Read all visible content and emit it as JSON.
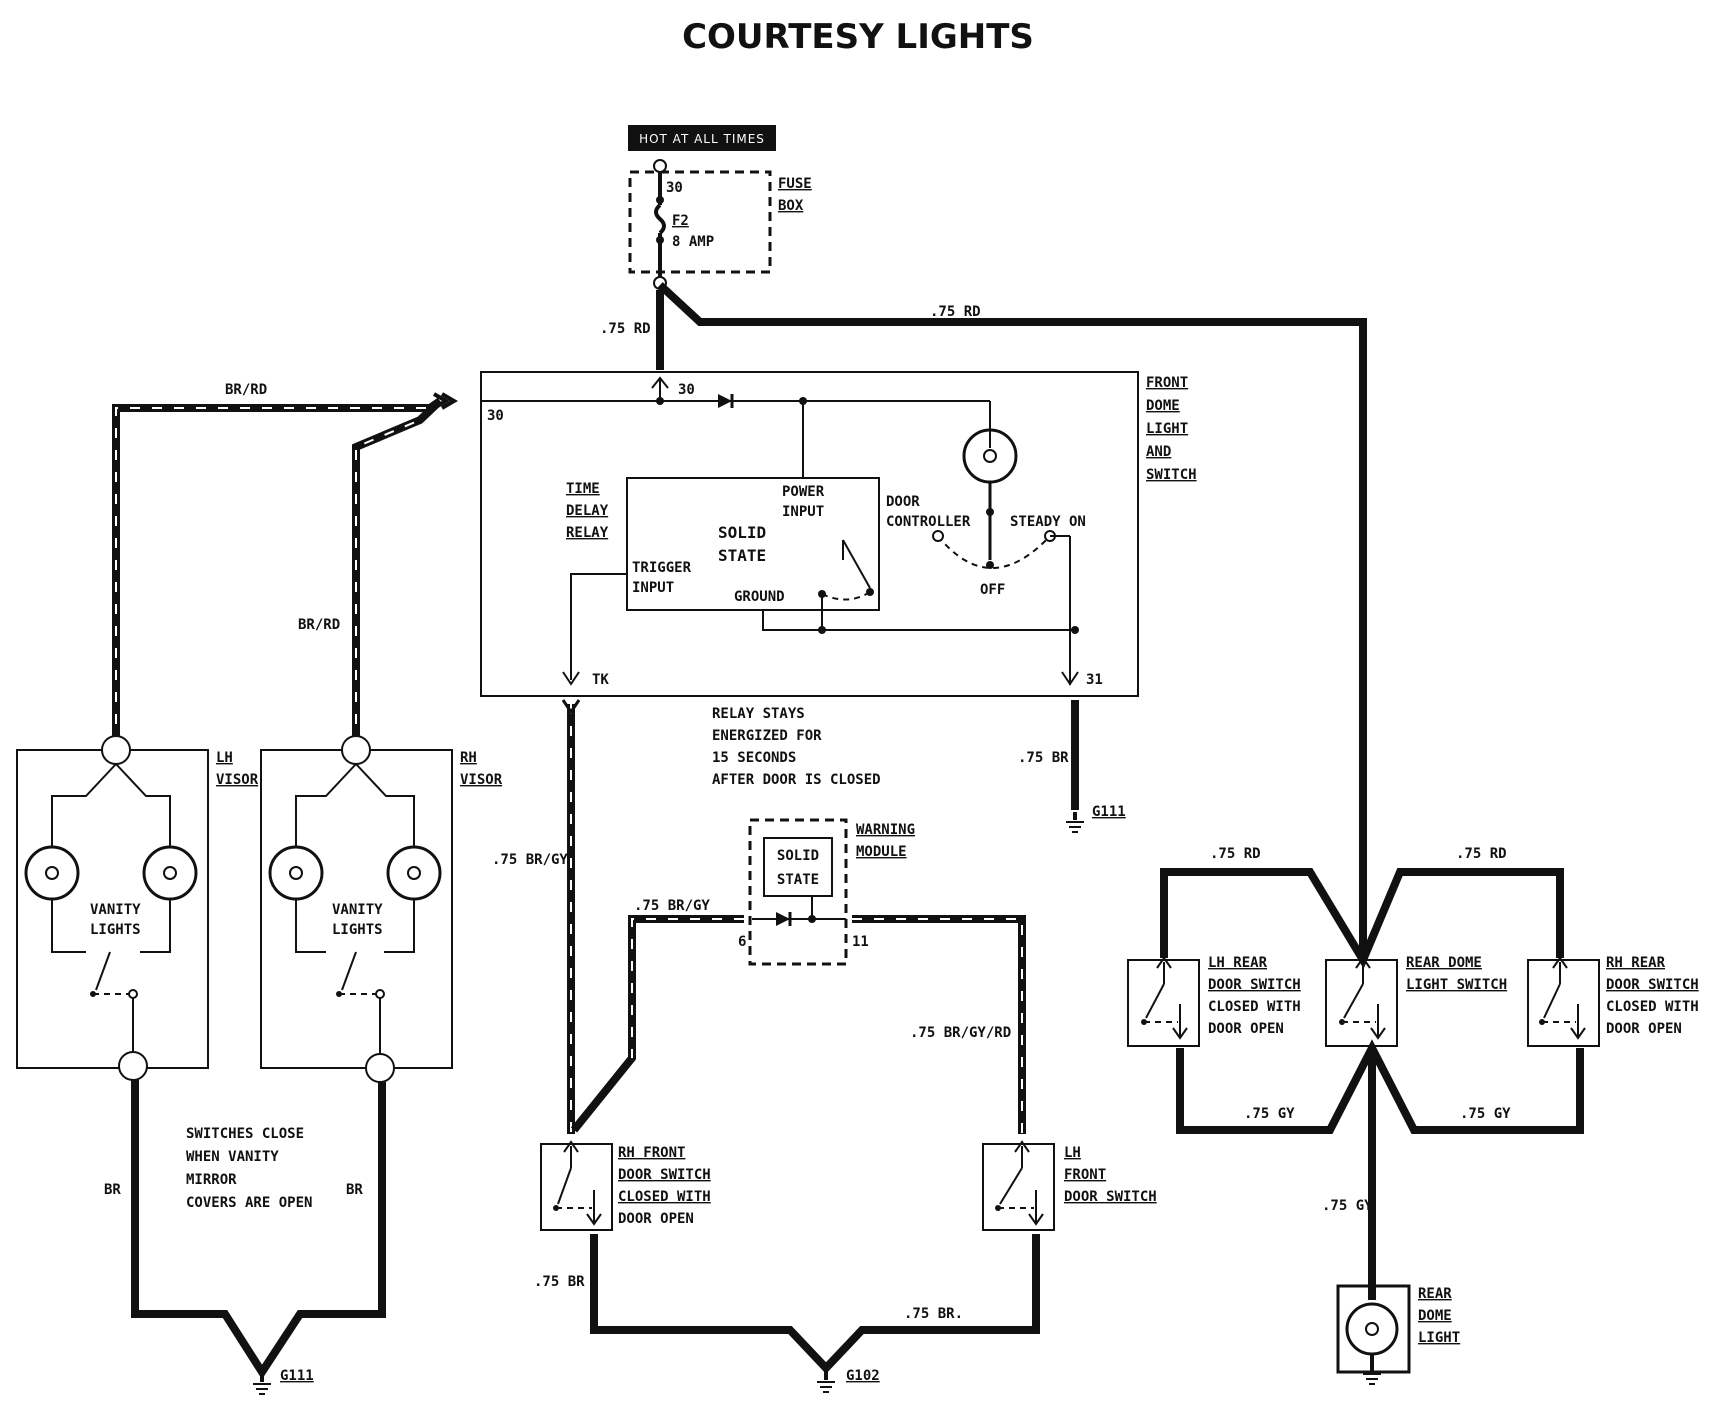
{
  "title": "COURTESY LIGHTS",
  "hot_label": "HOT AT ALL TIMES",
  "fuse_box": {
    "terminal": "30",
    "fuse": "F2",
    "rating": "8 AMP",
    "label_line1": "FUSE",
    "label_line2": "BOX"
  },
  "wires": {
    "rd_down": ".75 RD",
    "rd_right": ".75 RD",
    "br_rd_top": "BR/RD",
    "br_rd_mid": "BR/RD",
    "br_gy": ".75 BR/GY",
    "br_gy_mod": ".75 BR/GY",
    "br_gy_rd": ".75 BR/GY/RD",
    "br_ground": ".75 BR",
    "br_left": ".75 BR",
    "br_right": ".75 BR.",
    "rd_rear_left": ".75 RD",
    "rd_rear_right": ".75 RD",
    "gy_left": ".75 GY",
    "gy_right": ".75 GY",
    "gy_down": ".75 GY",
    "br_visor_left": "BR",
    "br_visor_right": "BR"
  },
  "front_dome": {
    "label": [
      "FRONT",
      "DOME",
      "LIGHT",
      "AND",
      "SWITCH"
    ],
    "term_30_top": "30",
    "term_30_left": "30",
    "term_tk": "TK",
    "term_31": "31",
    "door_controller": [
      "DOOR",
      "CONTROLLER"
    ],
    "steady_on": "STEADY ON",
    "off": "OFF"
  },
  "time_delay": {
    "label": [
      "TIME",
      "DELAY",
      "RELAY"
    ],
    "power_input": [
      "POWER",
      "INPUT"
    ],
    "solid_state": [
      "SOLID",
      "STATE"
    ],
    "trigger_input": [
      "TRIGGER",
      "INPUT"
    ],
    "ground": "GROUND"
  },
  "relay_note": [
    "RELAY STAYS",
    "ENERGIZED FOR",
    "15 SECONDS",
    "AFTER DOOR IS CLOSED"
  ],
  "visors": {
    "lh_label": [
      "LH",
      "VISOR"
    ],
    "rh_label": [
      "RH",
      "VISOR"
    ],
    "vanity": [
      "VANITY",
      "LIGHTS"
    ]
  },
  "switch_note": [
    "SWITCHES CLOSE",
    "WHEN VANITY",
    "MIRROR",
    "COVERS ARE OPEN"
  ],
  "warning_module": {
    "label": [
      "WARNING",
      "MODULE"
    ],
    "inner": [
      "SOLID",
      "STATE"
    ],
    "pin_left": "6",
    "pin_right": "11"
  },
  "rh_front": [
    "RH FRONT",
    "DOOR SWITCH",
    "CLOSED WITH",
    "DOOR OPEN"
  ],
  "lh_front": [
    "LH",
    "FRONT",
    "DOOR SWITCH"
  ],
  "lh_rear": [
    "LH REAR",
    "DOOR SWITCH",
    "CLOSED WITH",
    "DOOR OPEN"
  ],
  "rear_dome_switch": [
    "REAR DOME",
    "LIGHT SWITCH"
  ],
  "rh_rear": [
    "RH REAR",
    "DOOR SWITCH",
    "CLOSED WITH",
    "DOOR OPEN"
  ],
  "rear_dome_light": [
    "REAR",
    "DOME",
    "LIGHT"
  ],
  "grounds": {
    "g111_relay": "G111",
    "g111_visor": "G111",
    "g102": "G102"
  }
}
